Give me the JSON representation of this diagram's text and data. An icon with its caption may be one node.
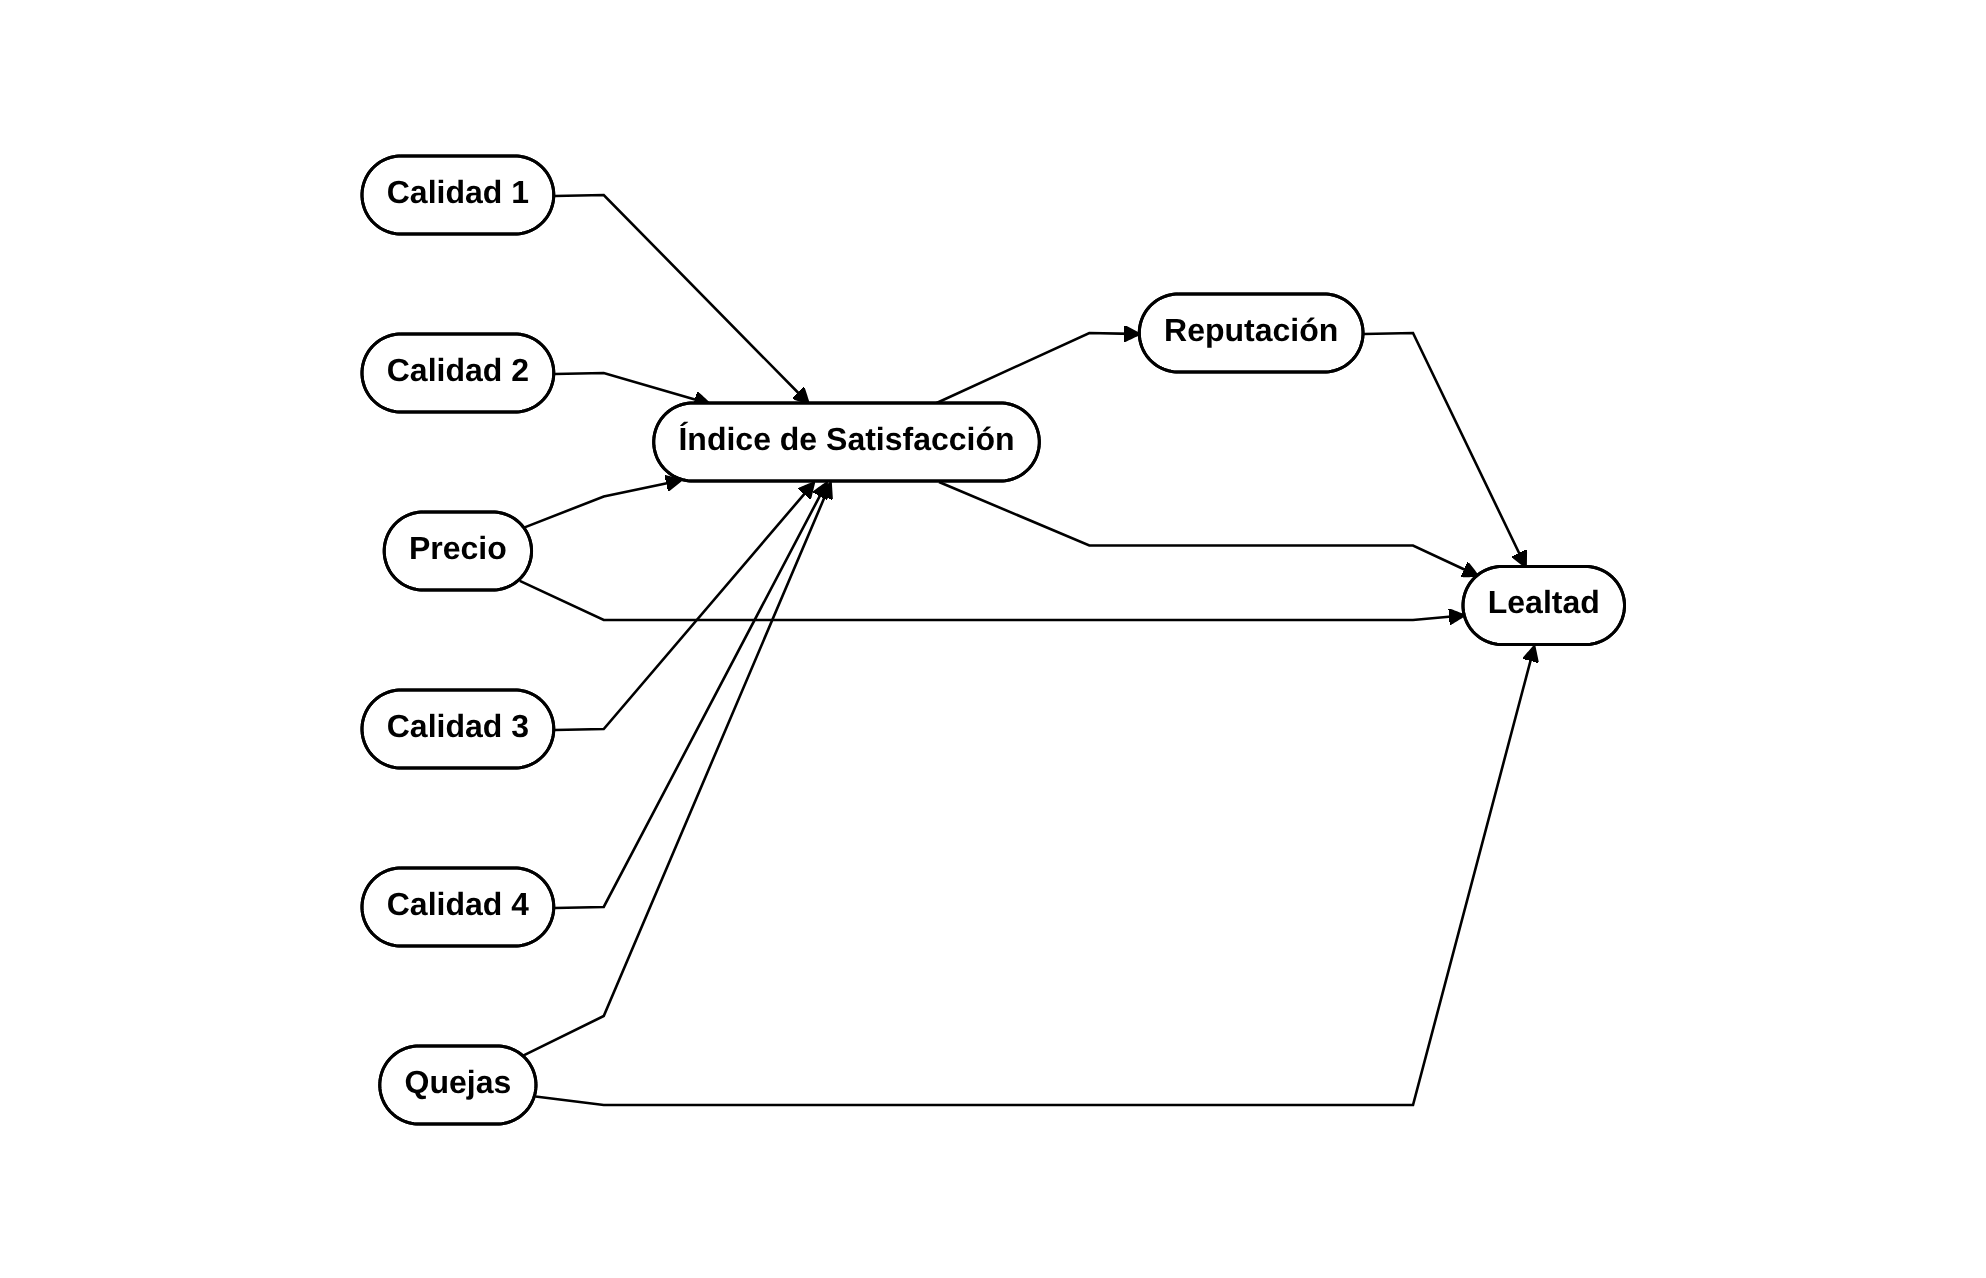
{
  "diagram": {
    "nodes": [
      {
        "text": [
          "Precio"
        ]
      },
      {
        "text": [
          "Calidad 1"
        ]
      },
      {
        "text": [
          "Calidad 2"
        ]
      },
      {
        "text": [
          "Calidad 3"
        ]
      },
      {
        "text": [
          "Calidad 4"
        ]
      },
      {
        "text": [
          "Índice de Satisfacción"
        ]
      },
      {
        "text": [
          "Reputación"
        ]
      },
      {
        "text": [
          "Lealtad"
        ]
      },
      {
        "text": [
          "Quejas"
        ]
      }
    ],
    "edges": [
      {
        "from": 1,
        "to": 5,
        "arrow": "to"
      },
      {
        "from": 2,
        "to": 5,
        "arrow": "to"
      },
      {
        "from": 3,
        "to": 5,
        "arrow": "to"
      },
      {
        "from": 4,
        "to": 5,
        "arrow": "to"
      },
      {
        "from": 0,
        "to": 5,
        "arrow": "to"
      },
      {
        "from": 0,
        "to": 7,
        "arrow": "to"
      },
      {
        "from": 5,
        "to": 6,
        "arrow": "to"
      },
      {
        "from": 6,
        "to": 7,
        "arrow": "to"
      },
      {
        "from": 5,
        "to": 7,
        "arrow": "to"
      },
      {
        "from": 8,
        "to": 5,
        "arrow": "to"
      },
      {
        "from": 8,
        "to": 7,
        "arrow": "to"
      }
    ]
  }
}
